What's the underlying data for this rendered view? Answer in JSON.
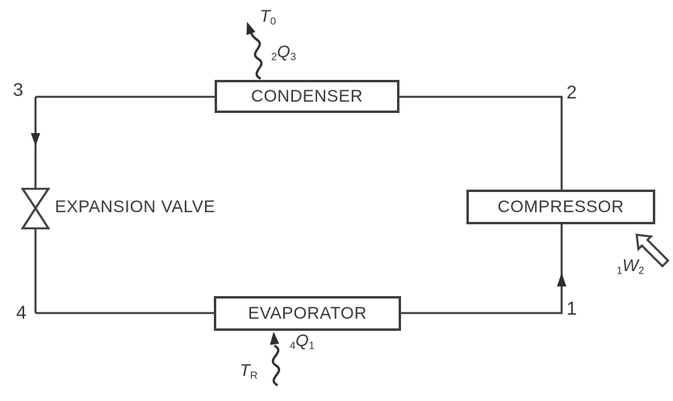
{
  "components": {
    "condenser": "CONDENSER",
    "compressor": "COMPRESSOR",
    "evaporator": "EVAPORATOR",
    "expansion_valve": "EXPANSION VALVE"
  },
  "state_points": {
    "point_1": "1",
    "point_2": "2",
    "point_3": "3",
    "point_4": "4"
  },
  "annotations": {
    "ambient_temperature": {
      "main": "T",
      "sub": "0"
    },
    "heat_rejected": {
      "pre": "2",
      "main": "Q",
      "post": "3"
    },
    "refrigerated_space_temperature": {
      "main": "T",
      "sub": "R"
    },
    "heat_absorbed": {
      "pre": "4",
      "main": "Q",
      "post": "1"
    },
    "work_input": {
      "pre": "1",
      "main": "W",
      "post": "2"
    }
  },
  "colors": {
    "line": "#404040",
    "text": "#383838",
    "background": "#ffffff"
  }
}
